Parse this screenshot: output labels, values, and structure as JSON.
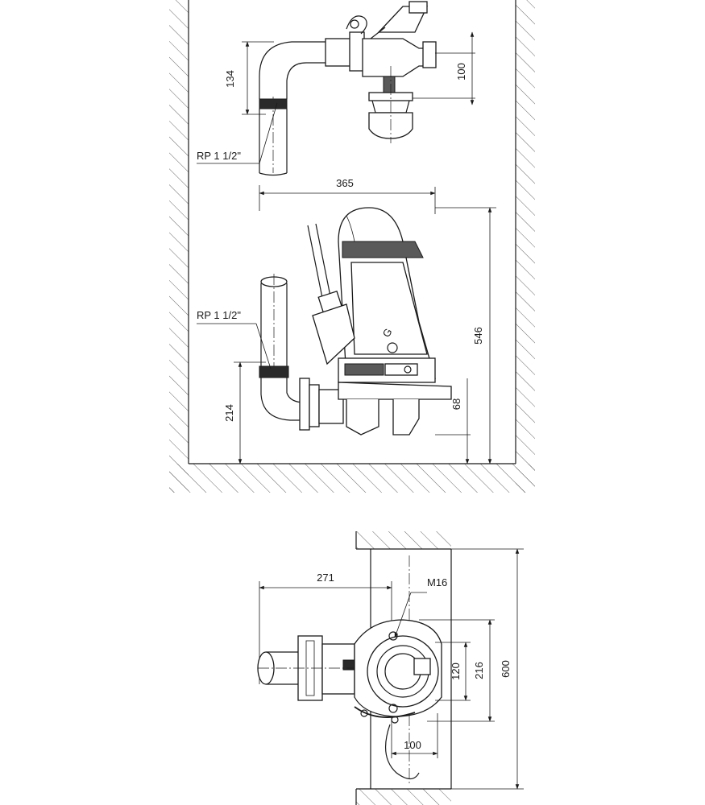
{
  "upper_view": {
    "dim_pipe_height": "134",
    "dim_valve_height": "100",
    "thread_label": "RP 1 1/2\""
  },
  "middle_view": {
    "dim_width": "365",
    "dim_total_height": "546",
    "dim_outlet_height": "214",
    "dim_foot_height": "68",
    "thread_label": "RP 1 1/2\""
  },
  "plan_view": {
    "dim_offset": "271",
    "bolt_label": "M16",
    "dim_bolt_spacing": "120",
    "dim_base_width": "216",
    "dim_pit_width": "600",
    "dim_foot_offset": "100"
  }
}
